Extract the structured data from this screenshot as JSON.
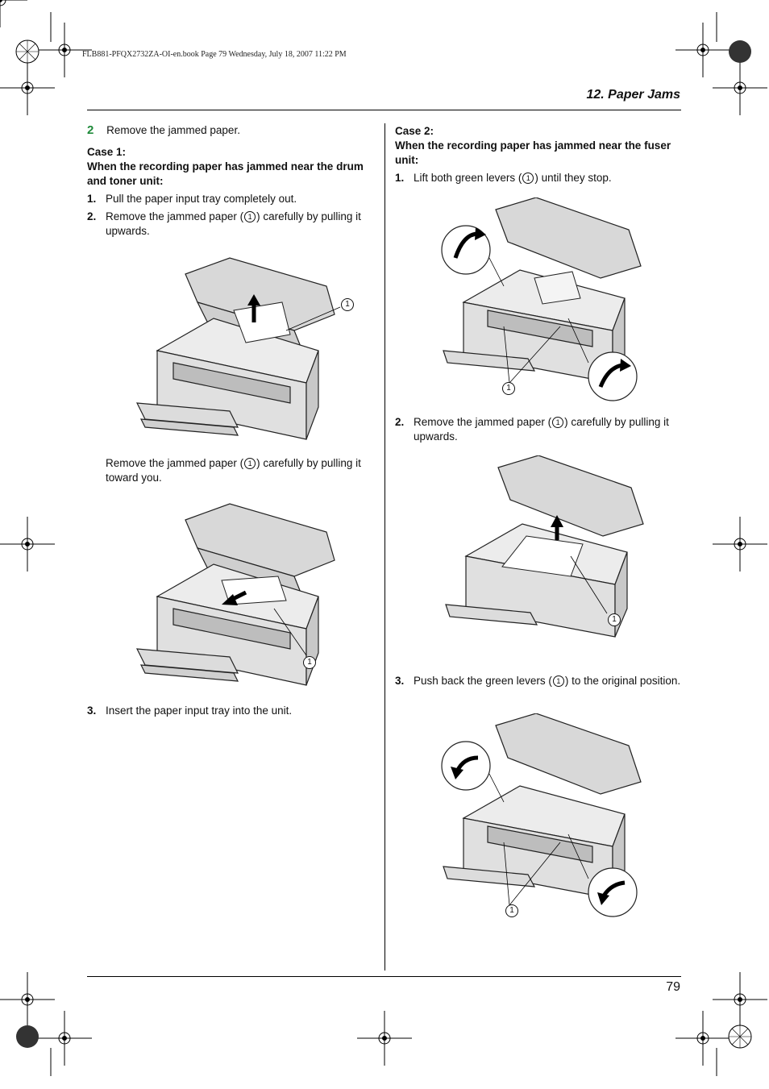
{
  "header": {
    "book_line": "FLB881-PFQX2732ZA-OI-en.book  Page 79  Wednesday, July 18, 2007  11:22 PM",
    "chapter": "12. Paper Jams"
  },
  "left": {
    "step_number": "2",
    "step_text": "Remove the jammed paper.",
    "case_title": "Case 1:",
    "case_subtitle": "When the recording paper has jammed near the drum and toner unit:",
    "items": [
      {
        "n": "1.",
        "text": "Pull the paper input tray completely out."
      },
      {
        "n": "2.",
        "pre": "Remove the jammed paper (",
        "post": ") carefully by pulling it upwards."
      }
    ],
    "mid_pre": "Remove the jammed paper (",
    "mid_post": ") carefully by pulling it toward you.",
    "item3": {
      "n": "3.",
      "text": "Insert the paper input tray into the unit."
    }
  },
  "right": {
    "case_title": "Case 2:",
    "case_subtitle": "When the recording paper has jammed near the fuser unit:",
    "item1": {
      "n": "1.",
      "pre": "Lift both green levers (",
      "post": ") until they stop."
    },
    "item2": {
      "n": "2.",
      "pre": "Remove the jammed paper (",
      "post": ") carefully by pulling it upwards."
    },
    "item3": {
      "n": "3.",
      "pre": "Push back the green levers (",
      "post": ") to the original position."
    }
  },
  "callout": "1",
  "footer": {
    "page_number": "79"
  }
}
